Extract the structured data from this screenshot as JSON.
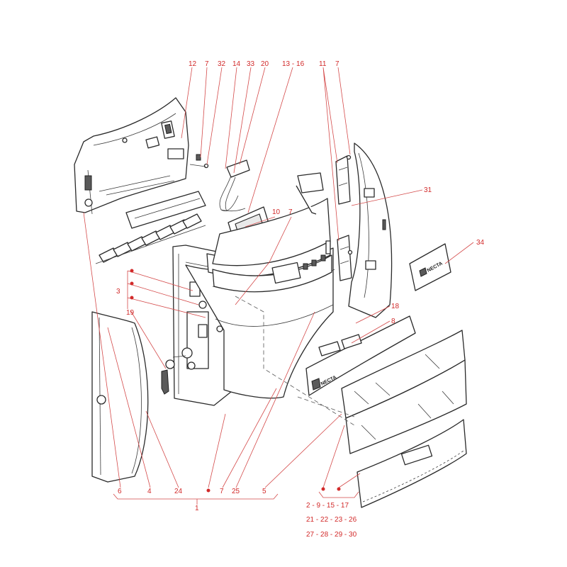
{
  "callouts": {
    "c12": "12",
    "c7a": "7",
    "c32": "32",
    "c14": "14",
    "c33": "33",
    "c20": "20",
    "c13_16": "13 - 16",
    "c11": "11",
    "c7b": "7",
    "c31": "31",
    "c10": "10",
    "c7c": "7",
    "c34": "34",
    "c3": "3",
    "c19": "19",
    "c18": "18",
    "c8": "8",
    "b6": "6",
    "b4": "4",
    "b24": "24",
    "b7": "7",
    "b25": "25",
    "b5": "5",
    "b1": "1"
  },
  "sequences": {
    "line1": "2  -  9  - 15 - 17",
    "line2": "21 - 22 - 23 - 26",
    "line3": "27 - 28 - 29 - 30"
  },
  "brand": {
    "label_34": "NECTA",
    "label_strip": "NECTA"
  },
  "colors": {
    "callout_red": "#d22a2a",
    "line_dark": "#2a2a2a"
  }
}
